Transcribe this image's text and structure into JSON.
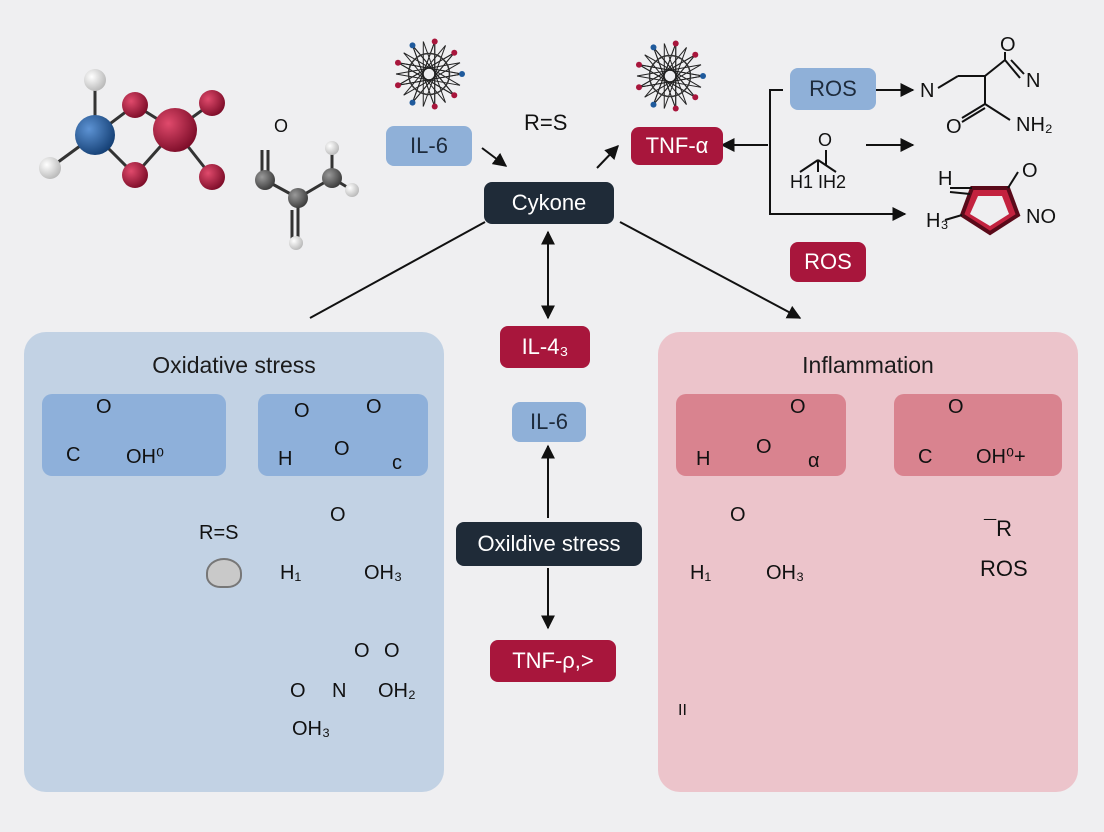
{
  "center": {
    "cykone": "Cykone",
    "rs": "R=S",
    "il6_top": "IL-6",
    "tnf_alpha": "TNF-α",
    "il4": "IL-4₃",
    "il6_mid": "IL-6",
    "oxidive_stress": "Oxildive stress",
    "tnf_rho": "TNF-ρ,>"
  },
  "top_right": {
    "ros_top": "ROS",
    "ros_bottom": "ROS",
    "h_label": "H1   IH2",
    "nh2_n": "N",
    "nh2_o": "O",
    "nh2_n2": "N",
    "nh2_o2": "O",
    "nh2_nh2": "NH₂",
    "ring_h": "H",
    "ring_h3": "H₃",
    "ring_o": "O",
    "ring_no": "NO"
  },
  "left_panel": {
    "title": "Oxidative stress",
    "box1_c": "C",
    "box1_o": "O",
    "box1_oh": "OH⁰",
    "box2_h": "H",
    "box2_o1": "O",
    "box2_o2": "O",
    "box2_o3": "O",
    "box2_c": "c",
    "rs": "R=S",
    "acid_h": "H₁",
    "acid_o": "O",
    "acid_oh": "OH₃",
    "mol_oh": "O",
    "mol_n": "N",
    "mol_oh2": "OH₂",
    "mol_oh3": "OH₃",
    "mol_o2": "O",
    "mol_o3": "O"
  },
  "right_panel": {
    "title": "Inflammation",
    "box1_h": "H",
    "box1_o": "O",
    "box1_o2": "O",
    "box1_alpha": "α",
    "box2_c": "C",
    "box2_o": "O",
    "box2_oh": "OH⁰+",
    "acid_h": "H₁",
    "acid_o": "O",
    "acid_oh": "OH₃",
    "r_label": "¯R",
    "ros_label": "ROS",
    "axis_label": "II"
  },
  "colors": {
    "blue_node": "#1f5a9c",
    "red_node": "#a8163c",
    "gray_node": "#5c5c5c"
  }
}
